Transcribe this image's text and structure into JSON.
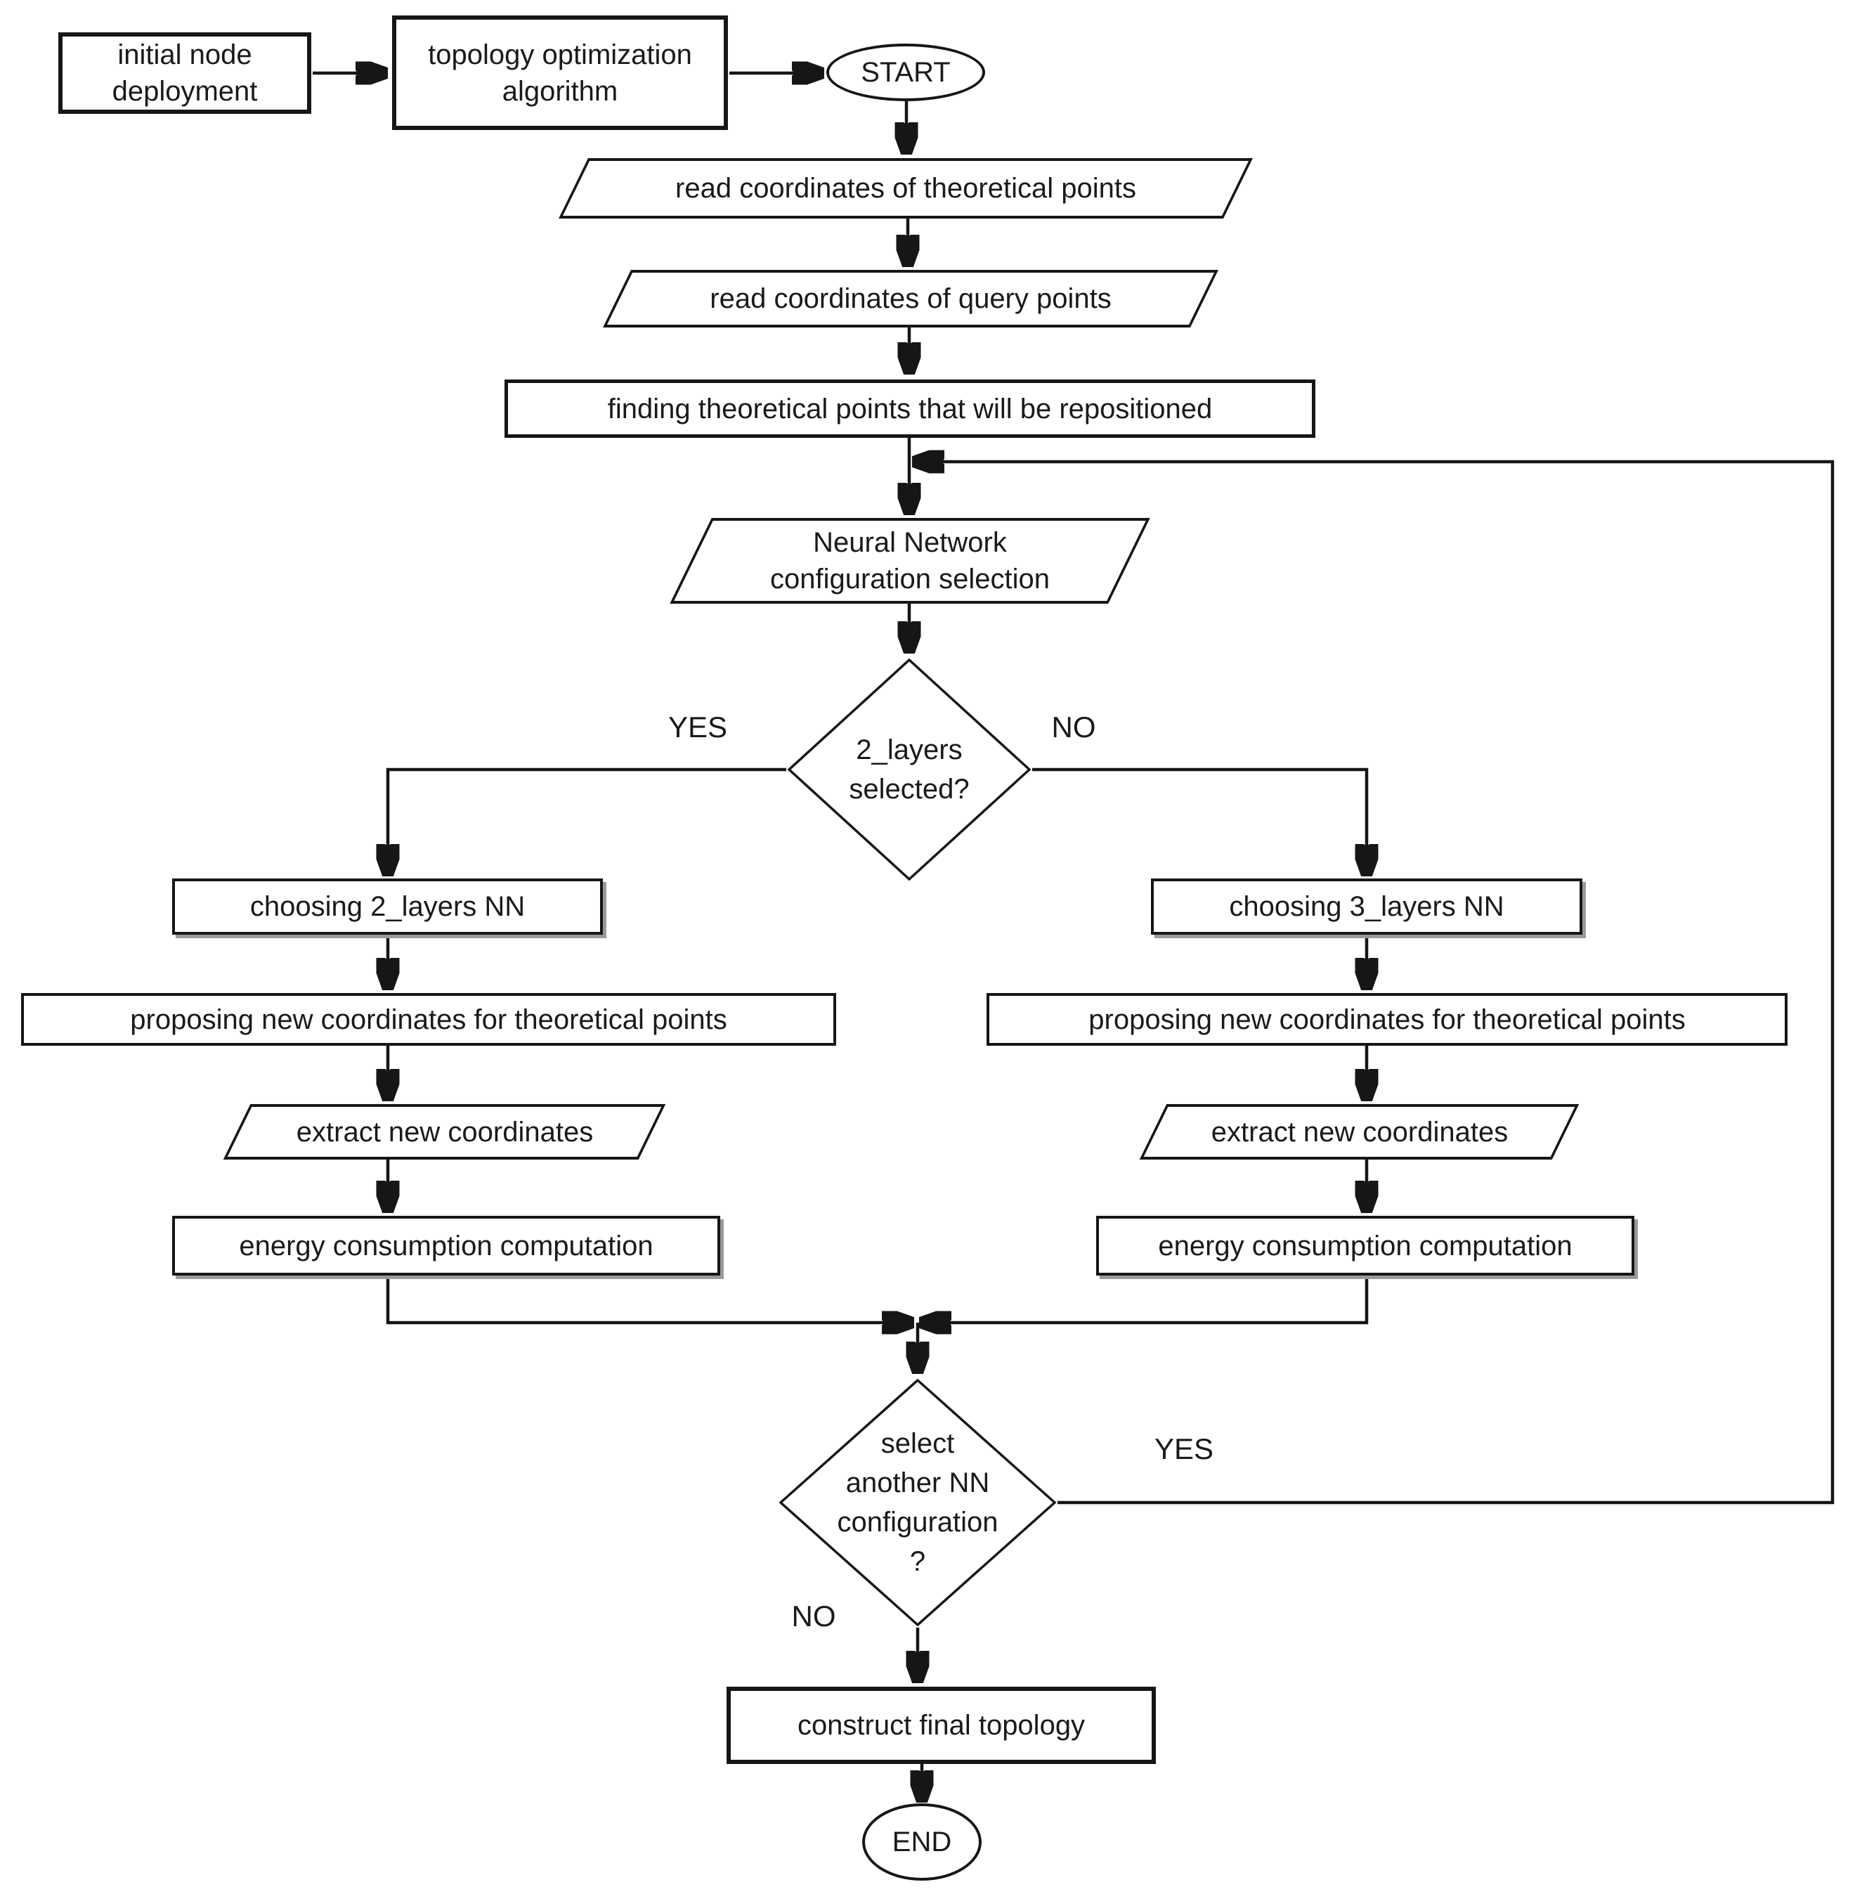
{
  "nodes": {
    "initial_deployment": {
      "label": "initial node\ndeployment",
      "shape": "rect"
    },
    "topology_algorithm": {
      "label": "topology optimization\nalgorithm",
      "shape": "rect"
    },
    "start": {
      "label": "START",
      "shape": "oval"
    },
    "read_theoretical": {
      "label": "read coordinates of theoretical points",
      "shape": "parallelogram"
    },
    "read_query": {
      "label": "read coordinates of query points",
      "shape": "parallelogram"
    },
    "finding_points": {
      "label": "finding theoretical points that will be repositioned",
      "shape": "rect"
    },
    "nn_config_selection": {
      "label": "Neural Network\nconfiguration selection",
      "shape": "parallelogram"
    },
    "decision_2layers": {
      "label": "2_layers\nselected?",
      "shape": "diamond"
    },
    "choosing_2layers": {
      "label": "choosing 2_layers NN",
      "shape": "rect"
    },
    "choosing_3layers": {
      "label": "choosing 3_layers NN",
      "shape": "rect"
    },
    "proposing_left": {
      "label": "proposing new coordinates for theoretical points",
      "shape": "rect"
    },
    "proposing_right": {
      "label": "proposing new coordinates for theoretical points",
      "shape": "rect"
    },
    "extract_left": {
      "label": "extract new coordinates",
      "shape": "parallelogram"
    },
    "extract_right": {
      "label": "extract new coordinates",
      "shape": "parallelogram"
    },
    "energy_left": {
      "label": "energy consumption computation",
      "shape": "rect"
    },
    "energy_right": {
      "label": "energy consumption computation",
      "shape": "rect"
    },
    "decision_another_nn": {
      "label": "select\nanother NN\nconfiguration\n?",
      "shape": "diamond"
    },
    "construct_topology": {
      "label": "construct final topology",
      "shape": "rect"
    },
    "end": {
      "label": "END",
      "shape": "oval"
    }
  },
  "edge_labels": {
    "yes_2layers": "YES",
    "no_2layers": "NO",
    "yes_another": "YES",
    "no_another": "NO"
  },
  "colors": {
    "stroke": "#161616",
    "background": "#ffffff",
    "box_shadow": "#9a9a9a"
  }
}
